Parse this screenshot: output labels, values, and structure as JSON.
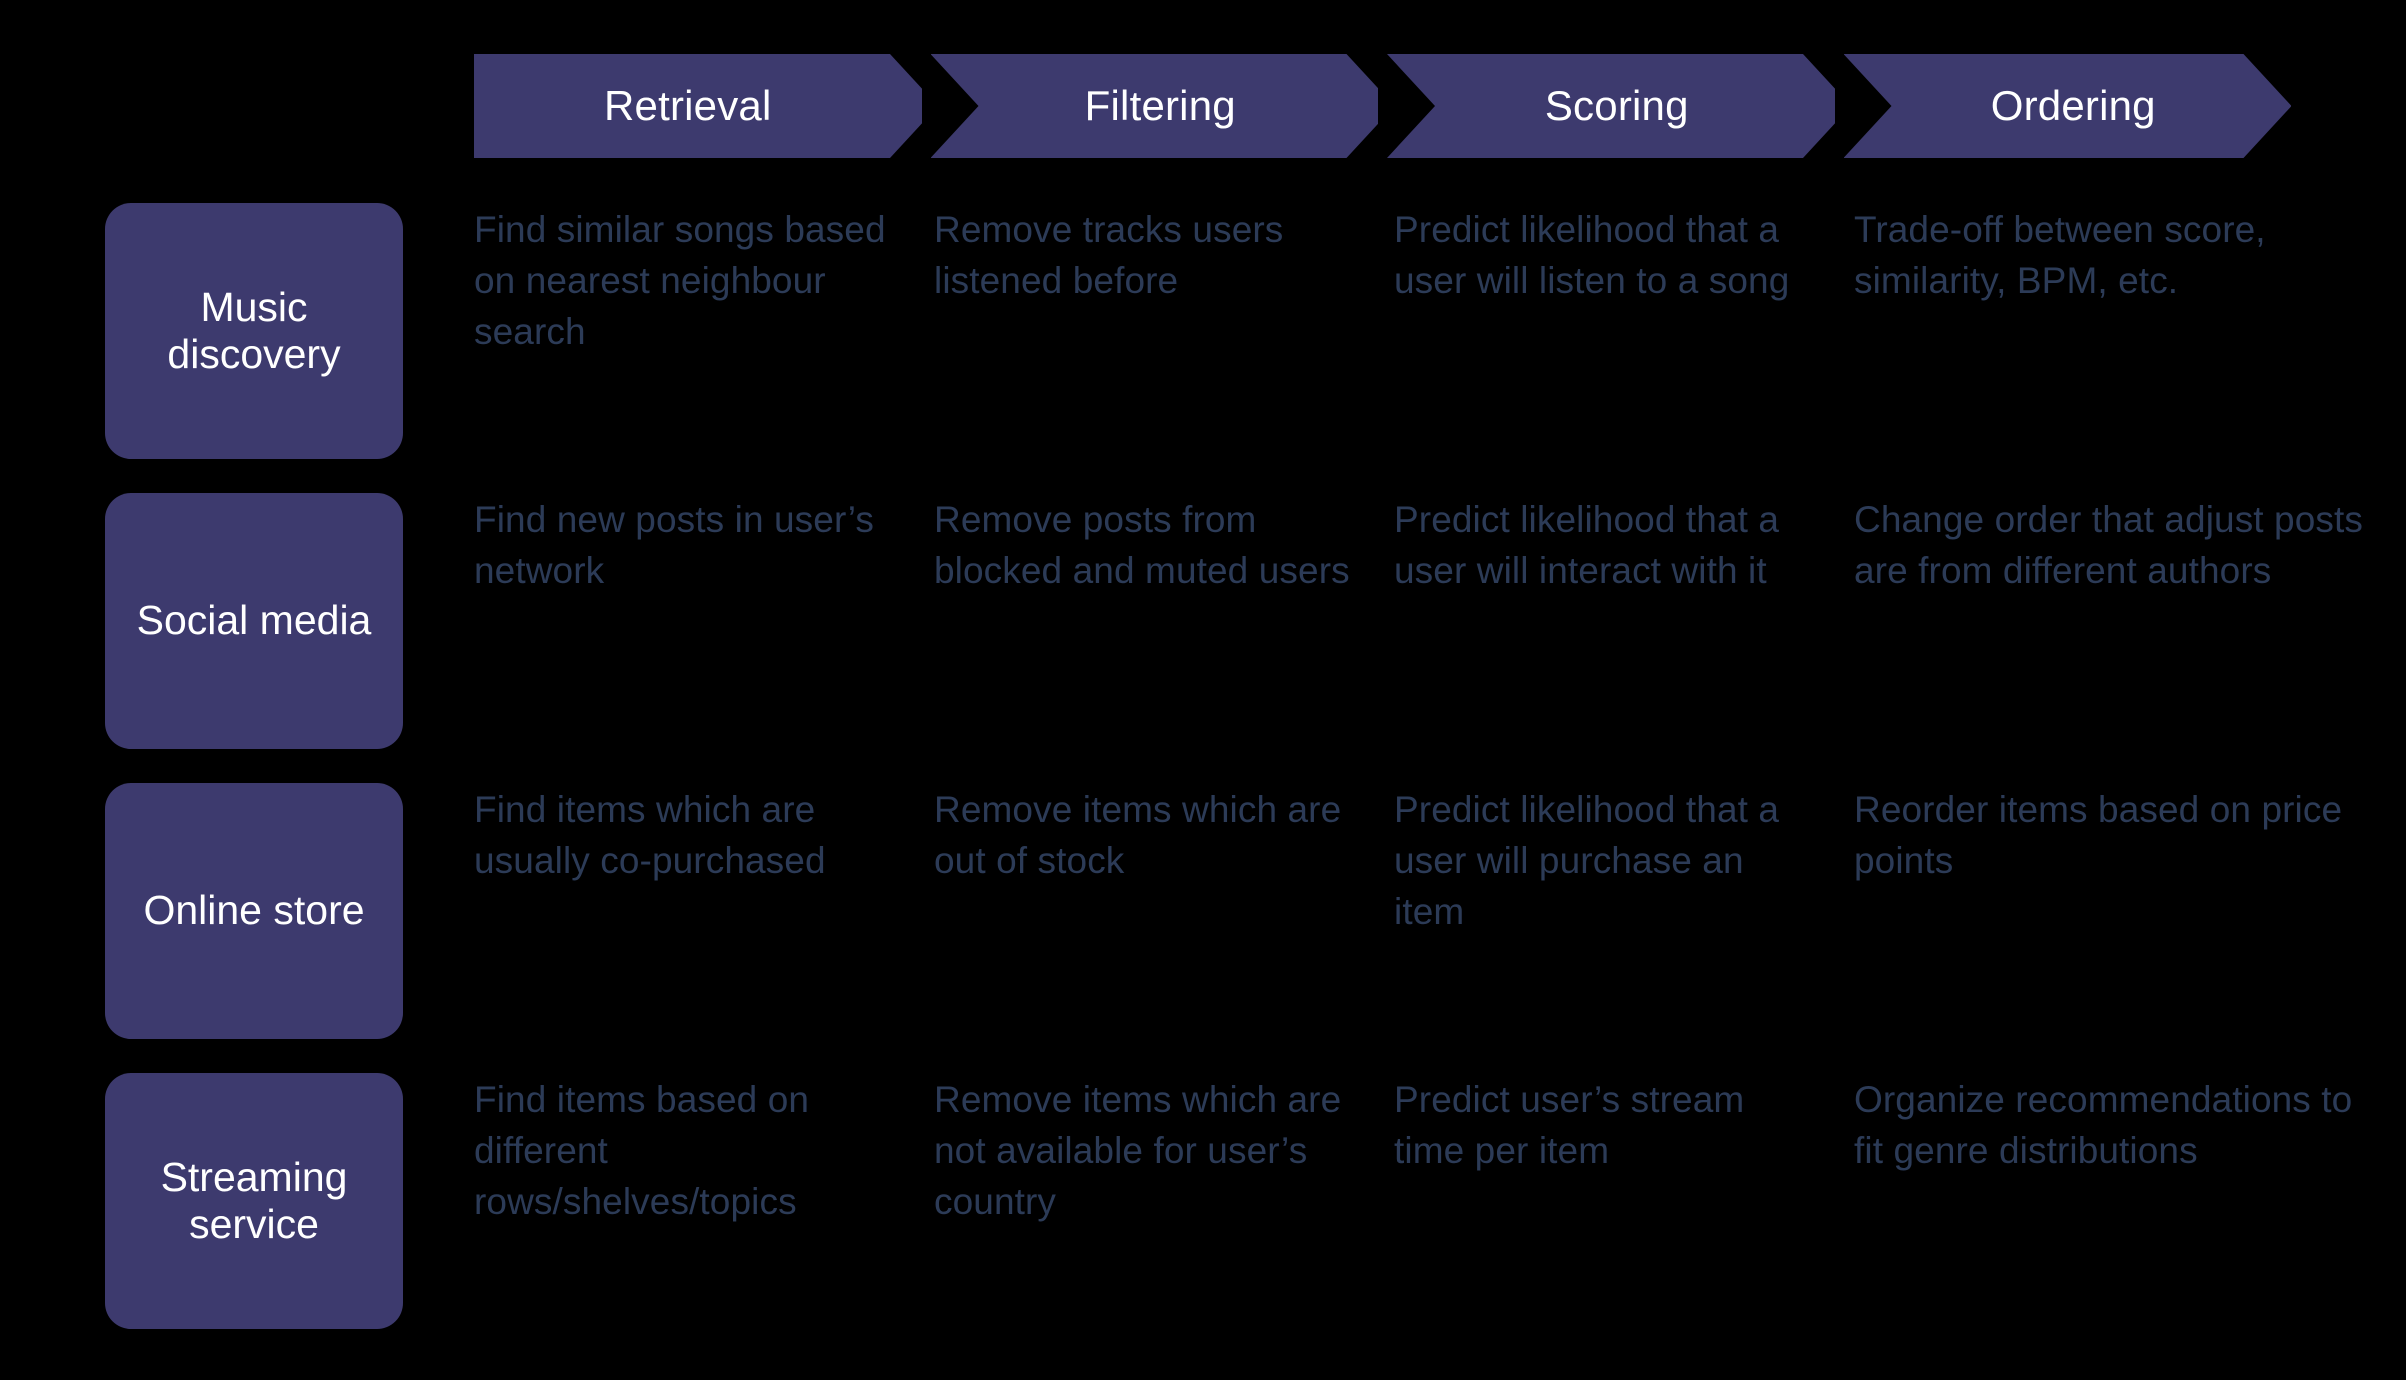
{
  "theme": {
    "background": "#000000",
    "accent_purple": "#3d3a6e",
    "body_text": "#2c3b57",
    "header_text": "#ffffff"
  },
  "header": {
    "stages": [
      {
        "label": "Retrieval"
      },
      {
        "label": "Filtering"
      },
      {
        "label": "Scoring"
      },
      {
        "label": "Ordering"
      }
    ]
  },
  "rows": [
    {
      "label": "Music discovery",
      "cells": [
        "Find similar songs based on nearest neighbour search",
        "Remove tracks users listened before",
        "Predict likelihood that a user will listen to a song",
        "Trade-off between score, similarity, BPM, etc."
      ]
    },
    {
      "label": "Social media",
      "cells": [
        "Find new posts in user’s network",
        "Remove posts from blocked and muted users",
        "Predict likelihood that a user will interact with it",
        "Change order that adjust posts are from different authors"
      ]
    },
    {
      "label": "Online store",
      "cells": [
        "Find items which are usually co-purchased",
        "Remove items which are out of stock",
        "Predict likelihood that a user will purchase an item",
        "Reorder items based on price points"
      ]
    },
    {
      "label": "Streaming service",
      "cells": [
        "Find items based on different rows/shelves/topics",
        "Remove items which are not available for user’s country",
        "Predict user’s stream time per item",
        "Organize recommendations to fit genre distributions"
      ]
    }
  ]
}
